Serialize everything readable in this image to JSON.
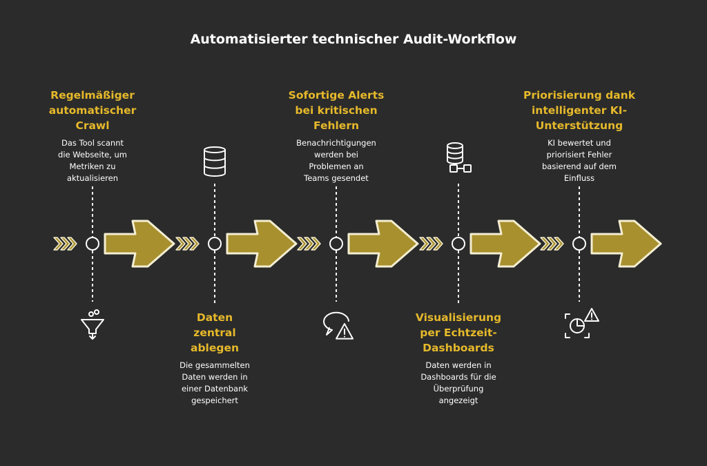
{
  "title": "Automatisierter technischer Audit-Workflow",
  "colors": {
    "background": "#2b2b2b",
    "accent": "#e6b92b",
    "arrow_fill": "#a8902e",
    "text": "#ffffff"
  },
  "steps": [
    {
      "title_lines": [
        "Regelmäßiger",
        "automatischer",
        "Crawl"
      ],
      "desc_lines": [
        "Das Tool scannt",
        "die Webseite, um",
        "Metriken zu",
        "aktualisieren"
      ],
      "icon": "funnel-icon",
      "position": "top"
    },
    {
      "title_lines": [
        "Daten",
        "zentral",
        "ablegen"
      ],
      "desc_lines": [
        "Die gesammelten",
        "Daten werden in",
        "einer Datenbank",
        "gespeichert"
      ],
      "icon": "database-icon",
      "position": "bottom"
    },
    {
      "title_lines": [
        "Sofortige Alerts",
        "bei kritischen",
        "Fehlern"
      ],
      "desc_lines": [
        "Benachrichtigungen",
        "werden bei",
        "Problemen an",
        "Teams gesendet"
      ],
      "icon": "chat-alert-icon",
      "position": "top"
    },
    {
      "title_lines": [
        "Visualisierung",
        "per Echtzeit-",
        "Dashboards"
      ],
      "desc_lines": [
        "Daten werden in",
        "Dashboards für die",
        "Überprüfung",
        "angezeigt"
      ],
      "icon": "database-dashboard-icon",
      "position": "bottom"
    },
    {
      "title_lines": [
        "Priorisierung dank",
        "intelligenter KI-",
        "Unterstützung"
      ],
      "desc_lines": [
        "KI bewertet und",
        "priorisiert Fehler",
        "basierend auf dem",
        "Einfluss"
      ],
      "icon": "ai-alert-icon",
      "position": "top"
    }
  ]
}
